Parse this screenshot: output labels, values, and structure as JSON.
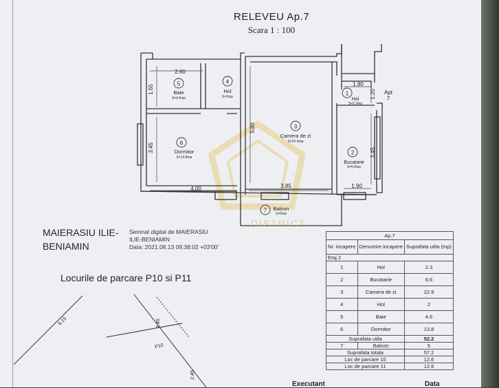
{
  "title": "RELEVEU Ap.7",
  "scale": "Scara 1 : 100",
  "rooms": [
    {
      "num": "1",
      "name": "Hol",
      "area": "S=2.3mp"
    },
    {
      "num": "2",
      "name": "Bucatarie",
      "area": "S=6.6mp"
    },
    {
      "num": "3",
      "name": "Camera de zi",
      "area": "S=22.9mp"
    },
    {
      "num": "4",
      "name": "Hol",
      "area": "S=2mp"
    },
    {
      "num": "5",
      "name": "Baie",
      "area": "S=4.6mp"
    },
    {
      "num": "6",
      "name": "Dormitor",
      "area": "S=13.8mp"
    },
    {
      "num": "7",
      "name": "Balcon",
      "area": "S=5mp"
    }
  ],
  "dimensions": {
    "d260": "2.60",
    "d165": "1.65",
    "d345a": "3.45",
    "d400": "4.00",
    "d385": "3.85",
    "d580": "5.80",
    "d190a": "1.90",
    "d120": "1.20",
    "d345b": "3.45",
    "d190b": "1.90"
  },
  "apt_label": "Apt",
  "apt_num": "7",
  "watermark": "DISTRICT",
  "owner": {
    "line1": "MAIERASIU ILIE-",
    "line2": "BENIAMIN"
  },
  "signature": {
    "line1": "Semnat digital de MAIERASIU",
    "line2": "ILIE-BENIAMIN",
    "line3": "Data: 2021.08.13 09:38:02 +03'00'"
  },
  "parking_title": "Locurile de parcare P10 si P11",
  "parking_labels": {
    "d615": "6.15",
    "d245a": "2.45",
    "p10": "P10",
    "d245b": "2.45"
  },
  "area_table": {
    "heading": "Ap.7",
    "col1": "Nr. incapere",
    "col2": "Denumire incapere",
    "col3": "Suprafata utila (mp)",
    "floor": "Etaj 2",
    "rows": [
      {
        "nr": "1",
        "name": "Hol",
        "area": "2.3"
      },
      {
        "nr": "2",
        "name": "Bucatarie",
        "area": "6.6"
      },
      {
        "nr": "3",
        "name": "Camera de zi",
        "area": "22.9"
      },
      {
        "nr": "4",
        "name": "Hol",
        "area": "2"
      },
      {
        "nr": "5",
        "name": "Baie",
        "area": "4.6"
      },
      {
        "nr": "6",
        "name": "Dormitor",
        "area": "13.8"
      }
    ],
    "util_label": "Suprafata utila",
    "util_value": "52.2",
    "balcony_nr": "7",
    "balcony_name": "Balcon",
    "balcony_value": "5",
    "total_label": "Suprafata totala",
    "total_value": "57.2",
    "p10_label": "Loc de parcare  10",
    "p10_value": "12.6",
    "p11_label": "Loc de parcare  11",
    "p11_value": "12.6"
  },
  "footer": {
    "left": "Executant",
    "right": "Data"
  },
  "colors": {
    "paper": "#eeeff2",
    "ink": "#222222",
    "watermark": "#e6c96a"
  }
}
